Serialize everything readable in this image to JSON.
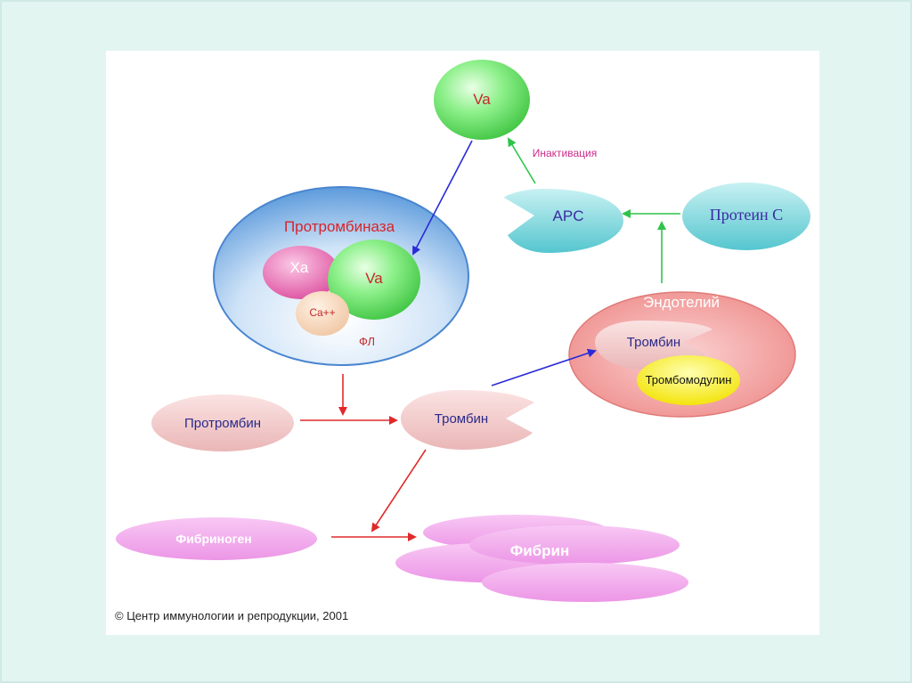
{
  "nodes": {
    "va_top": "Va",
    "inactivation": "Инактивация",
    "apc": "APC",
    "protein_c": "Протеин С",
    "prothrombinase": "Протромбиназа",
    "xa": "Xa",
    "va_complex": "Va",
    "calcium": "Ca++",
    "phospholipid": "ФЛ",
    "endothelium": "Эндотелий",
    "thrombin_endo": "Тромбин",
    "thrombomodulin": "Тромбомодулин",
    "prothrombin": "Протромбин",
    "thrombin": "Тромбин",
    "fibrinogen": "Фибриноген",
    "fibrin": "Фибрин"
  },
  "copyright": "© Центр иммунологии и репродукции, 2001",
  "colors": {
    "background": "#e3f5f1",
    "green_node": "#7ee27a",
    "blue_complex": "#6aa6e0",
    "pink_node": "#f3c6c6",
    "magenta_node": "#e86ab5",
    "fibrin": "#f0a6ec",
    "cyan_node": "#6fd1d8",
    "endothelium": "#ef9a98",
    "thrombomodulin": "#ffef1a",
    "red_arrow": "#e02a2a",
    "blue_arrow": "#2a2ad8",
    "green_arrow": "#2ec44a"
  }
}
